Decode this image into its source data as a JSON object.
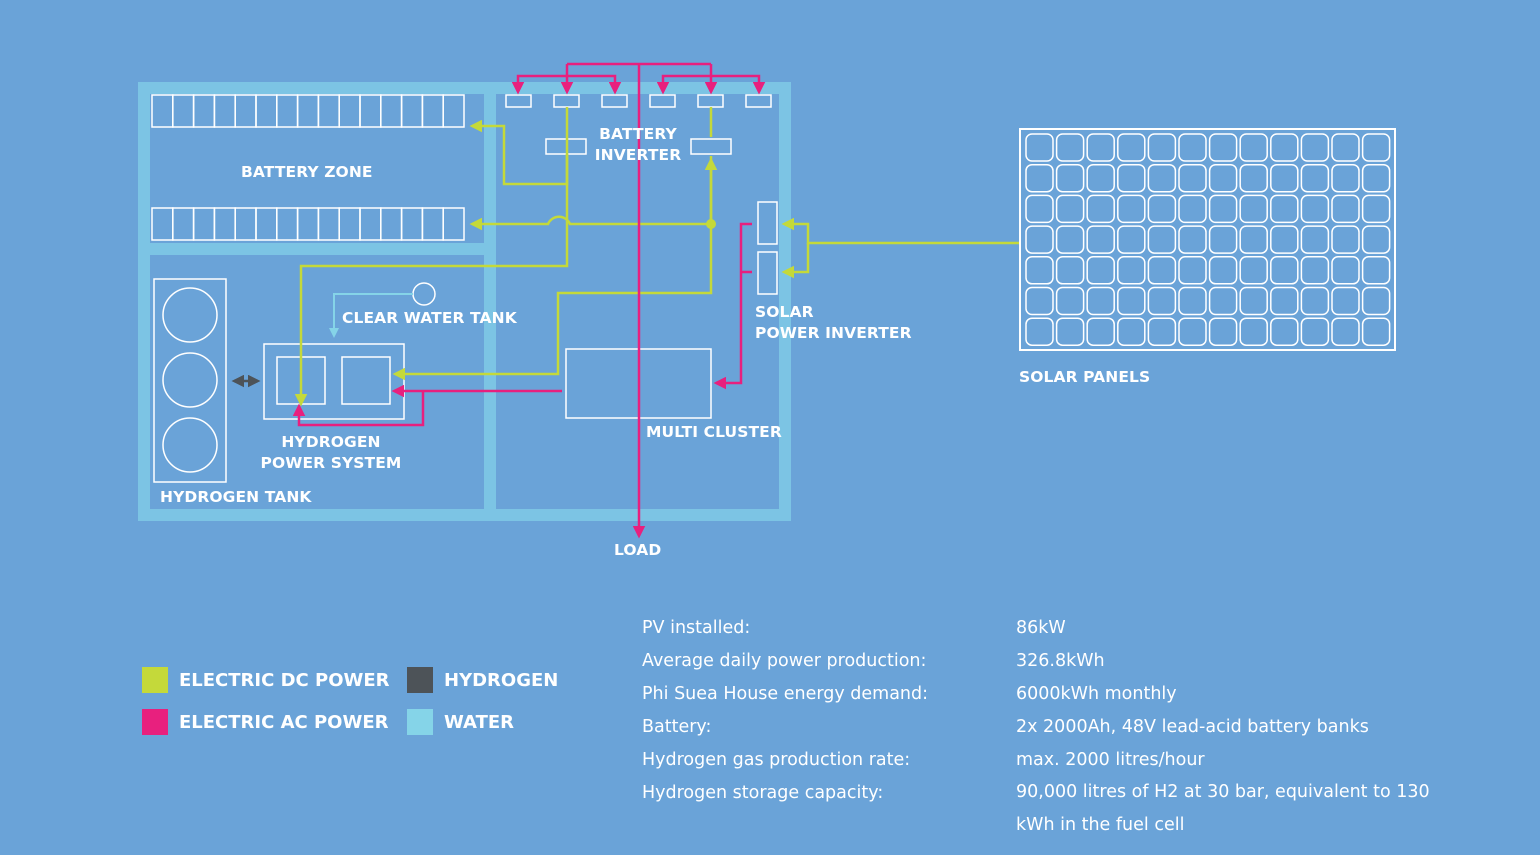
{
  "labels": {
    "battery_zone": "BATTERY ZONE",
    "battery_inverter_line1": "BATTERY",
    "battery_inverter_line2": "INVERTER",
    "clear_water_tank": "CLEAR WATER TANK",
    "hydrogen_power_system_line1": "HYDROGEN",
    "hydrogen_power_system_line2": "POWER SYSTEM",
    "hydrogen_tank": "HYDROGEN TANK",
    "multi_cluster": "MULTI CLUSTER",
    "load": "LOAD",
    "solar_power_inverter_line1": "SOLAR",
    "solar_power_inverter_line2": "POWER INVERTER",
    "solar_panels": "SOLAR PANELS"
  },
  "legend": [
    {
      "label": "ELECTRIC DC POWER",
      "color": "#c4d93a"
    },
    {
      "label": "HYDROGEN",
      "color": "#4d5358"
    },
    {
      "label": "ELECTRIC AC POWER",
      "color": "#e8207e"
    },
    {
      "label": "WATER",
      "color": "#85d4e8"
    }
  ],
  "specs": [
    {
      "key": "PV installed:",
      "value": "86kW"
    },
    {
      "key": "Average daily power production:",
      "value": "326.8kWh"
    },
    {
      "key": "Phi Suea House energy demand:",
      "value": "6000kWh monthly"
    },
    {
      "key": "Battery:",
      "value": "2x 2000Ah, 48V lead-acid battery banks"
    },
    {
      "key": "Hydrogen gas production rate:",
      "value": "max. 2000 litres/hour"
    },
    {
      "key": "Hydrogen storage capacity:",
      "value": "90,000 litres of H2 at 30 bar, equivalent to 130 kWh in the fuel cell"
    }
  ],
  "colors": {
    "background": "#6aa3d8",
    "building": "#7cc4e4",
    "dc": "#c4d93a",
    "ac": "#e8207e",
    "water": "#85d4e8",
    "hydrogen": "#4d5358",
    "outline": "#ffffff"
  }
}
